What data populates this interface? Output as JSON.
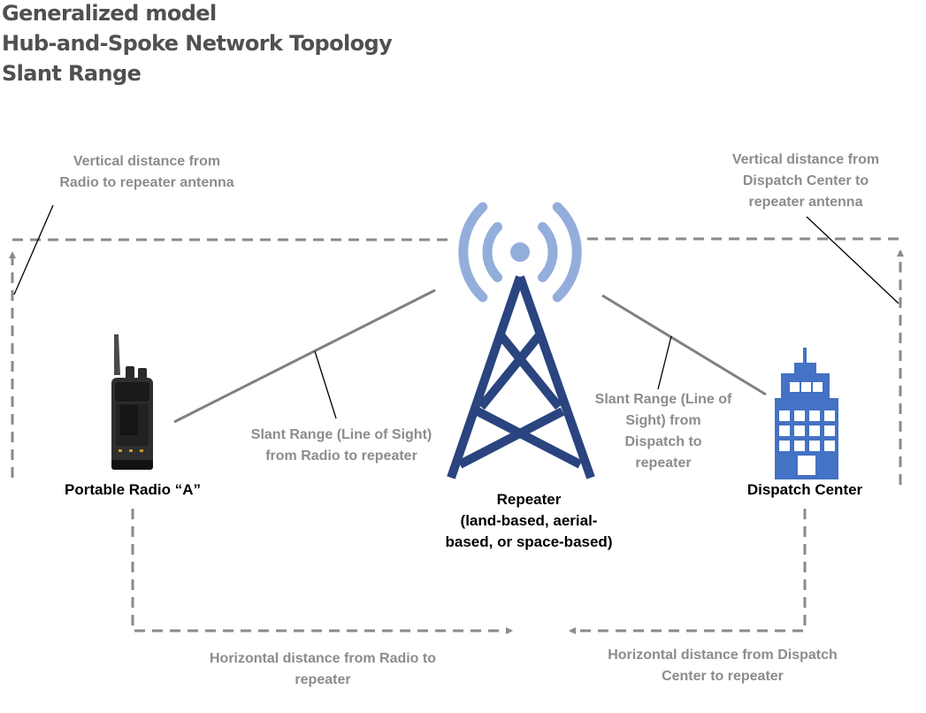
{
  "title": {
    "lines": [
      "Generalized model",
      "Hub-and-Spoke Network Topology",
      "Slant Range"
    ]
  },
  "nodes": {
    "radio": {
      "label": "Portable Radio “A”"
    },
    "repeater": {
      "label_lines": [
        "Repeater",
        "(land-based, aerial-",
        "based, or space-based)"
      ]
    },
    "dispatch": {
      "label": "Dispatch Center"
    }
  },
  "annotations": {
    "vertical_radio": [
      "Vertical distance from",
      "Radio to repeater antenna"
    ],
    "vertical_dispatch": [
      "Vertical distance from",
      "Dispatch Center to",
      "repeater antenna"
    ],
    "slant_radio": [
      "Slant Range (Line of Sight)",
      "from Radio to repeater"
    ],
    "slant_dispatch": [
      "Slant Range (Line of",
      "Sight) from",
      "Dispatch to",
      "repeater"
    ],
    "horizontal_radio": [
      "Horizontal distance from Radio to",
      "repeater"
    ],
    "horizontal_dispatch": [
      "Horizontal distance from Dispatch",
      "Center to repeater"
    ]
  },
  "colors": {
    "tower": "#2a4480",
    "signal": "#93aedb",
    "building": "#4472c4",
    "dashed_line": "#8a8a8a",
    "slant_line": "#808080",
    "label_grey": "#8c8c8c"
  },
  "icons": [
    "radio-tower-icon",
    "portable-radio-icon",
    "building-icon"
  ]
}
